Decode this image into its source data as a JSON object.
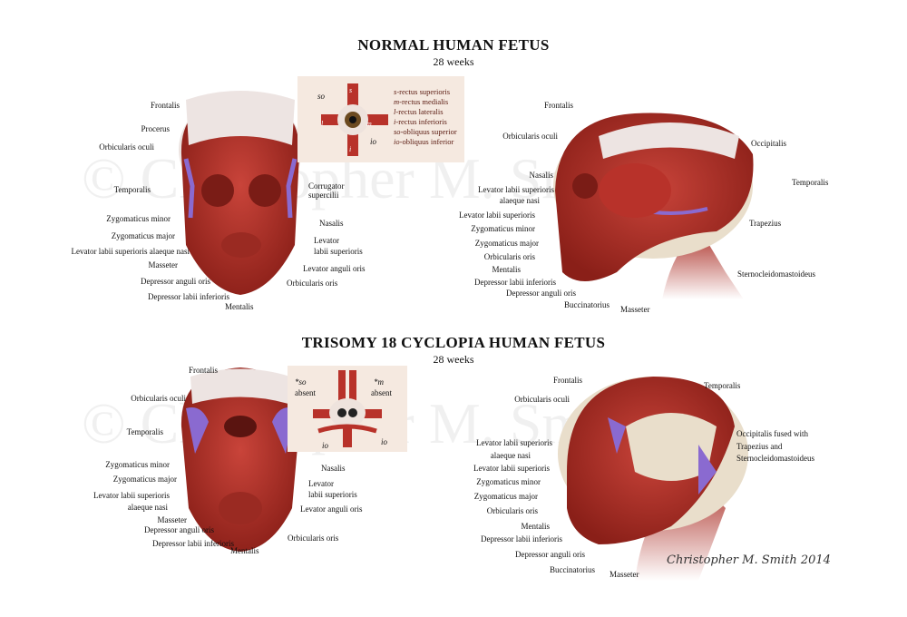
{
  "watermark": "© Christopher M. Smith",
  "signature": "Christopher M. Smith 2014",
  "normal": {
    "title": "NORMAL HUMAN FETUS",
    "age": "28 weeks",
    "inset": {
      "labels": {
        "so": "so",
        "io": "io",
        "s": "s",
        "m": "m",
        "l": "l",
        "i": "i"
      },
      "legend": [
        {
          "abbr": "s",
          "text": "-rectus superioris"
        },
        {
          "abbr": "m",
          "text": "-rectus medialis"
        },
        {
          "abbr": "l",
          "text": "-rectus lateralis"
        },
        {
          "abbr": "i",
          "text": "-rectus inferioris"
        },
        {
          "abbr": "so",
          "text": "-obliquus superior"
        },
        {
          "abbr": "io",
          "text": "-obliquus inferior"
        }
      ]
    },
    "front_labels": [
      "Frontalis",
      "Procerus",
      "Orbicularis oculi",
      "Temporalis",
      "Corrugator",
      "supercilii",
      "Zygomaticus minor",
      "Zygomaticus major",
      "Levator labii superioris alaeque nasi",
      "Nasalis",
      "Levator",
      "labii superioris",
      "Masseter",
      "Levator anguli oris",
      "Depressor anguli oris",
      "Orbicularis oris",
      "Depressor labii inferioris",
      "Mentalis"
    ],
    "side_labels": [
      "Frontalis",
      "Orbicularis oculi",
      "Occipitalis",
      "Nasalis",
      "Levator labii superioris",
      "alaeque nasi",
      "Temporalis",
      "Levator labii superioris",
      "Trapezius",
      "Zygomaticus minor",
      "Zygomaticus major",
      "Orbicularis oris",
      "Mentalis",
      "Sternocleidomastoideus",
      "Depressor labii inferioris",
      "Depressor anguli oris",
      "Buccinatorius",
      "Masseter"
    ]
  },
  "trisomy": {
    "title": "TRISOMY 18 CYCLOPIA HUMAN FETUS",
    "age": "28 weeks",
    "inset": {
      "so_absent": "*so",
      "m_absent": "*m",
      "absent": "absent",
      "io": "io"
    },
    "front_labels": [
      "Frontalis",
      "Orbicularis oculi",
      "Temporalis",
      "Zygomaticus minor",
      "Zygomaticus major",
      "Levator labii superioris",
      "alaeque nasi",
      "Nasalis",
      "Levator",
      "labii superioris",
      "Masseter",
      "Levator anguli oris",
      "Depressor anguli oris",
      "Orbicularis oris",
      "Depressor labii inferioris",
      "Mentalis"
    ],
    "side_labels": [
      "Frontalis",
      "Orbicularis oculi",
      "Temporalis",
      "Occipitalis fused with",
      "Trapezius and",
      "Sternocleidomastoideus",
      "Levator labii superioris",
      "alaeque nasi",
      "Levator labii superioris",
      "Zygomaticus minor",
      "Zygomaticus major",
      "Orbicularis oris",
      "Mentalis",
      "Depressor labii inferioris",
      "Depressor anguli oris",
      "Buccinatorius",
      "Masseter"
    ]
  },
  "colors": {
    "muscle": "#b8322a",
    "muscle_dark": "#8a1f18",
    "skull": "#eadfcc",
    "fascia": "#ece3e0",
    "purple": "#8a6ad0",
    "inset_bg": "#f5e9e0"
  }
}
